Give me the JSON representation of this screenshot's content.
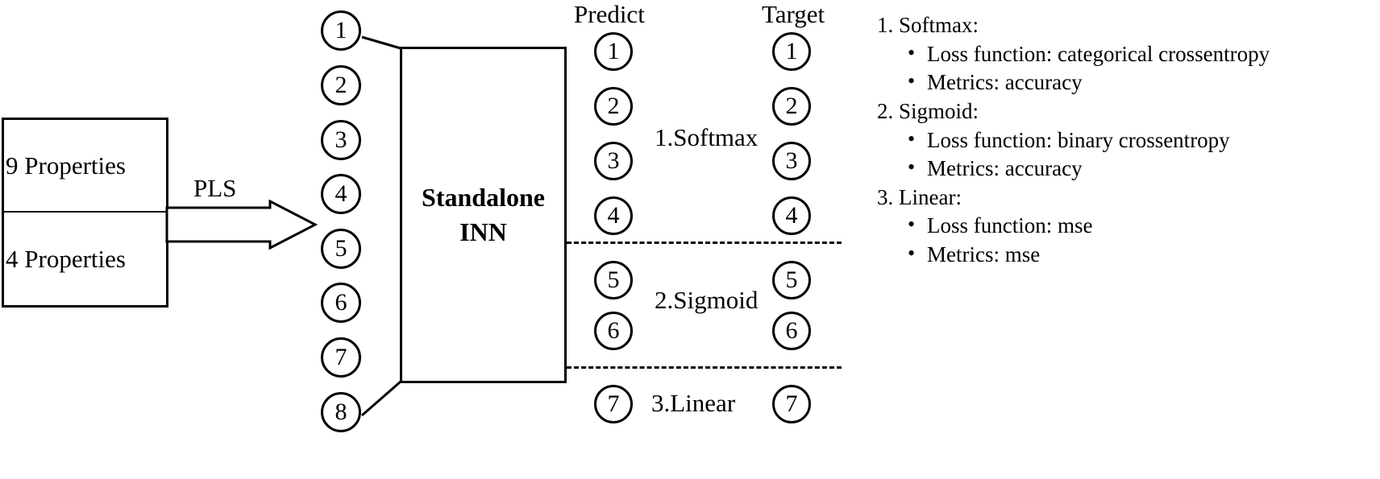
{
  "input_box": {
    "rows": [
      {
        "label": "9 Properties"
      },
      {
        "label": "4 Properties"
      }
    ]
  },
  "transform": {
    "arrow_label": "PLS",
    "arrow_icon": "right-arrow-icon"
  },
  "hidden_layer": {
    "nodes": [
      "1",
      "2",
      "3",
      "4",
      "5",
      "6",
      "7",
      "8"
    ]
  },
  "model": {
    "title_line1": "Standalone",
    "title_line2": "INN"
  },
  "columns": {
    "predict_header": "Predict",
    "target_header": "Target"
  },
  "predict": {
    "nodes": [
      "1",
      "2",
      "3",
      "4",
      "5",
      "6",
      "7"
    ]
  },
  "target": {
    "nodes": [
      "1",
      "2",
      "3",
      "4",
      "5",
      "6",
      "7"
    ]
  },
  "activation_labels": [
    {
      "text": "1.Softmax"
    },
    {
      "text": "2.Sigmoid"
    },
    {
      "text": "3.Linear"
    }
  ],
  "notes": [
    {
      "heading": "1. Softmax:",
      "bullets": [
        {
          "bullet_glyph": "•",
          "text": "Loss function: categorical crossentropy"
        },
        {
          "bullet_glyph": "•",
          "text": "Metrics: accuracy"
        }
      ]
    },
    {
      "heading": "2. Sigmoid:",
      "bullets": [
        {
          "bullet_glyph": "•",
          "text": "Loss function: binary crossentropy"
        },
        {
          "bullet_glyph": "•",
          "text": "Metrics: accuracy"
        }
      ]
    },
    {
      "heading": "3. Linear:",
      "bullets": [
        {
          "bullet_glyph": "•",
          "text": "Loss function: mse"
        },
        {
          "bullet_glyph": "•",
          "text": "Metrics: mse"
        }
      ]
    }
  ],
  "colors": {
    "stroke": "#000000",
    "background": "#ffffff"
  }
}
